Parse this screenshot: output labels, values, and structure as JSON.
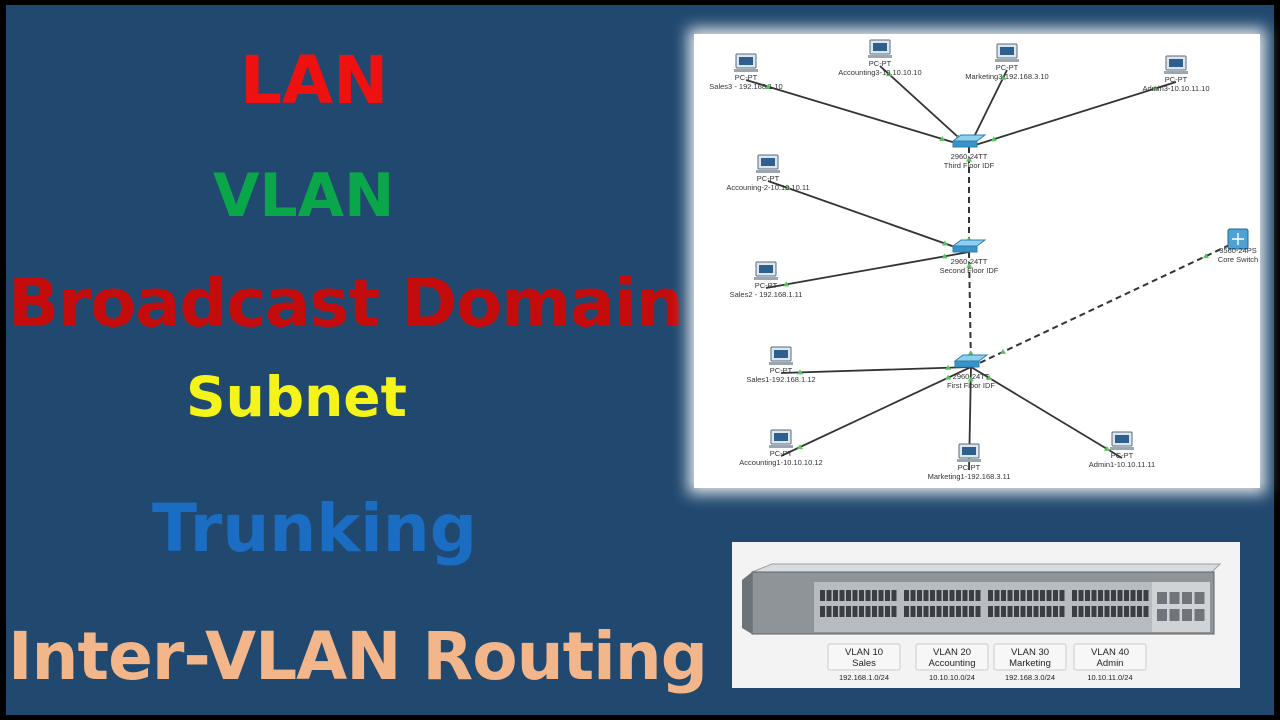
{
  "terms": {
    "lan": "LAN",
    "vlan": "VLAN",
    "broadcast": "Broadcast Domain",
    "subnet": "Subnet",
    "trunking": "Trunking",
    "intervlan": "Inter-VLAN Routing"
  },
  "colors": {
    "background": "#21496f",
    "lan": "#ef1010",
    "vlan": "#0aa74a",
    "broadcast": "#c40c0c",
    "subnet": "#f4f41a",
    "trunking": "#1a6dc3",
    "intervlan": "#f2b68a",
    "link_up": "#55c45a"
  },
  "topology": {
    "switches": [
      {
        "model": "2960-24TT",
        "name": "Third Floor IDF"
      },
      {
        "model": "2960-24TT",
        "name": "Second Floor IDF"
      },
      {
        "model": "2960-24TT",
        "name": "First Floor IDF"
      },
      {
        "model": "3560-24PS",
        "name": "Core Switch"
      }
    ],
    "pcs": [
      {
        "type": "PC-PT",
        "name": "Sales3 - 192.168.1.10"
      },
      {
        "type": "PC-PT",
        "name": "Accounting3-10.10.10.10"
      },
      {
        "type": "PC-PT",
        "name": "Marketing3-192.168.3.10"
      },
      {
        "type": "PC-PT",
        "name": "Admin3-10.10.11.10"
      },
      {
        "type": "PC-PT",
        "name": "Accouning-2-10.10.10.11"
      },
      {
        "type": "PC-PT",
        "name": "Sales2 - 192.168.1.11"
      },
      {
        "type": "PC-PT",
        "name": "Sales1-192.168.1.12"
      },
      {
        "type": "PC-PT",
        "name": "Accounting1-10.10.10.12"
      },
      {
        "type": "PC-PT",
        "name": "Marketing1-192.168.3.11"
      },
      {
        "type": "PC-PT",
        "name": "Admin1-10.10.11.11"
      }
    ]
  },
  "vlans": [
    {
      "id": "VLAN 10",
      "name": "Sales",
      "subnet": "192.168.1.0/24"
    },
    {
      "id": "VLAN 20",
      "name": "Accounting",
      "subnet": "10.10.10.0/24"
    },
    {
      "id": "VLAN 30",
      "name": "Marketing",
      "subnet": "192.168.3.0/24"
    },
    {
      "id": "VLAN 40",
      "name": "Admin",
      "subnet": "10.10.11.0/24"
    }
  ]
}
